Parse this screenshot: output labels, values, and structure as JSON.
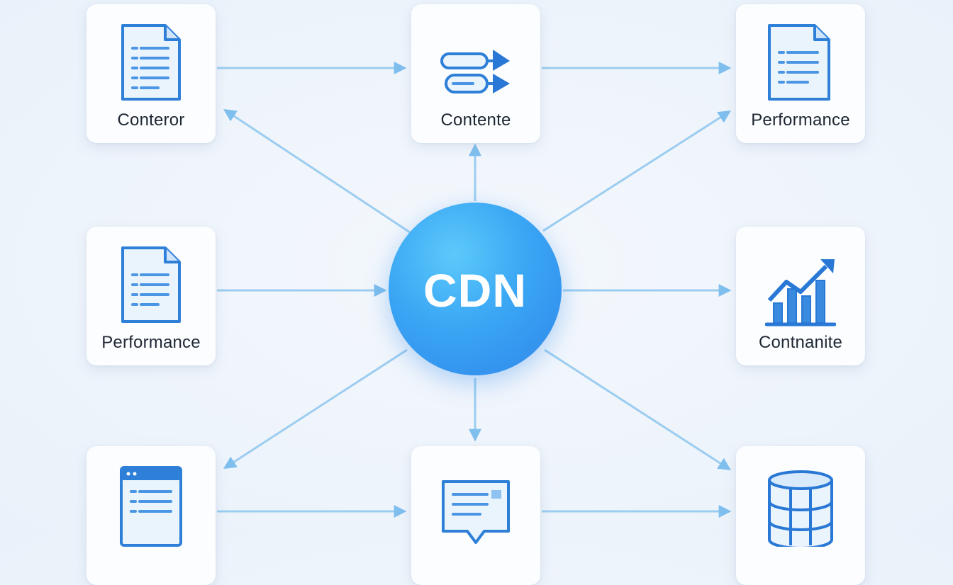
{
  "hub": {
    "label": "CDN"
  },
  "nodes": {
    "top_left": {
      "label": "Conteror",
      "icon": "document-icon"
    },
    "top_center": {
      "label": "Contente",
      "icon": "content-routing-icon"
    },
    "top_right": {
      "label": "Performance",
      "icon": "document-icon"
    },
    "mid_left": {
      "label": "Performance",
      "icon": "document-icon"
    },
    "mid_right": {
      "label": "Contnanite",
      "icon": "bar-chart-icon"
    },
    "bottom_left": {
      "label": "",
      "icon": "browser-window-icon"
    },
    "bottom_center": {
      "label": "",
      "icon": "message-icon"
    },
    "bottom_right": {
      "label": "",
      "icon": "database-icon"
    }
  },
  "colors": {
    "accent": "#2f86ea",
    "connector": "#8fc7ee",
    "icon_stroke": "#2e7fd8"
  }
}
